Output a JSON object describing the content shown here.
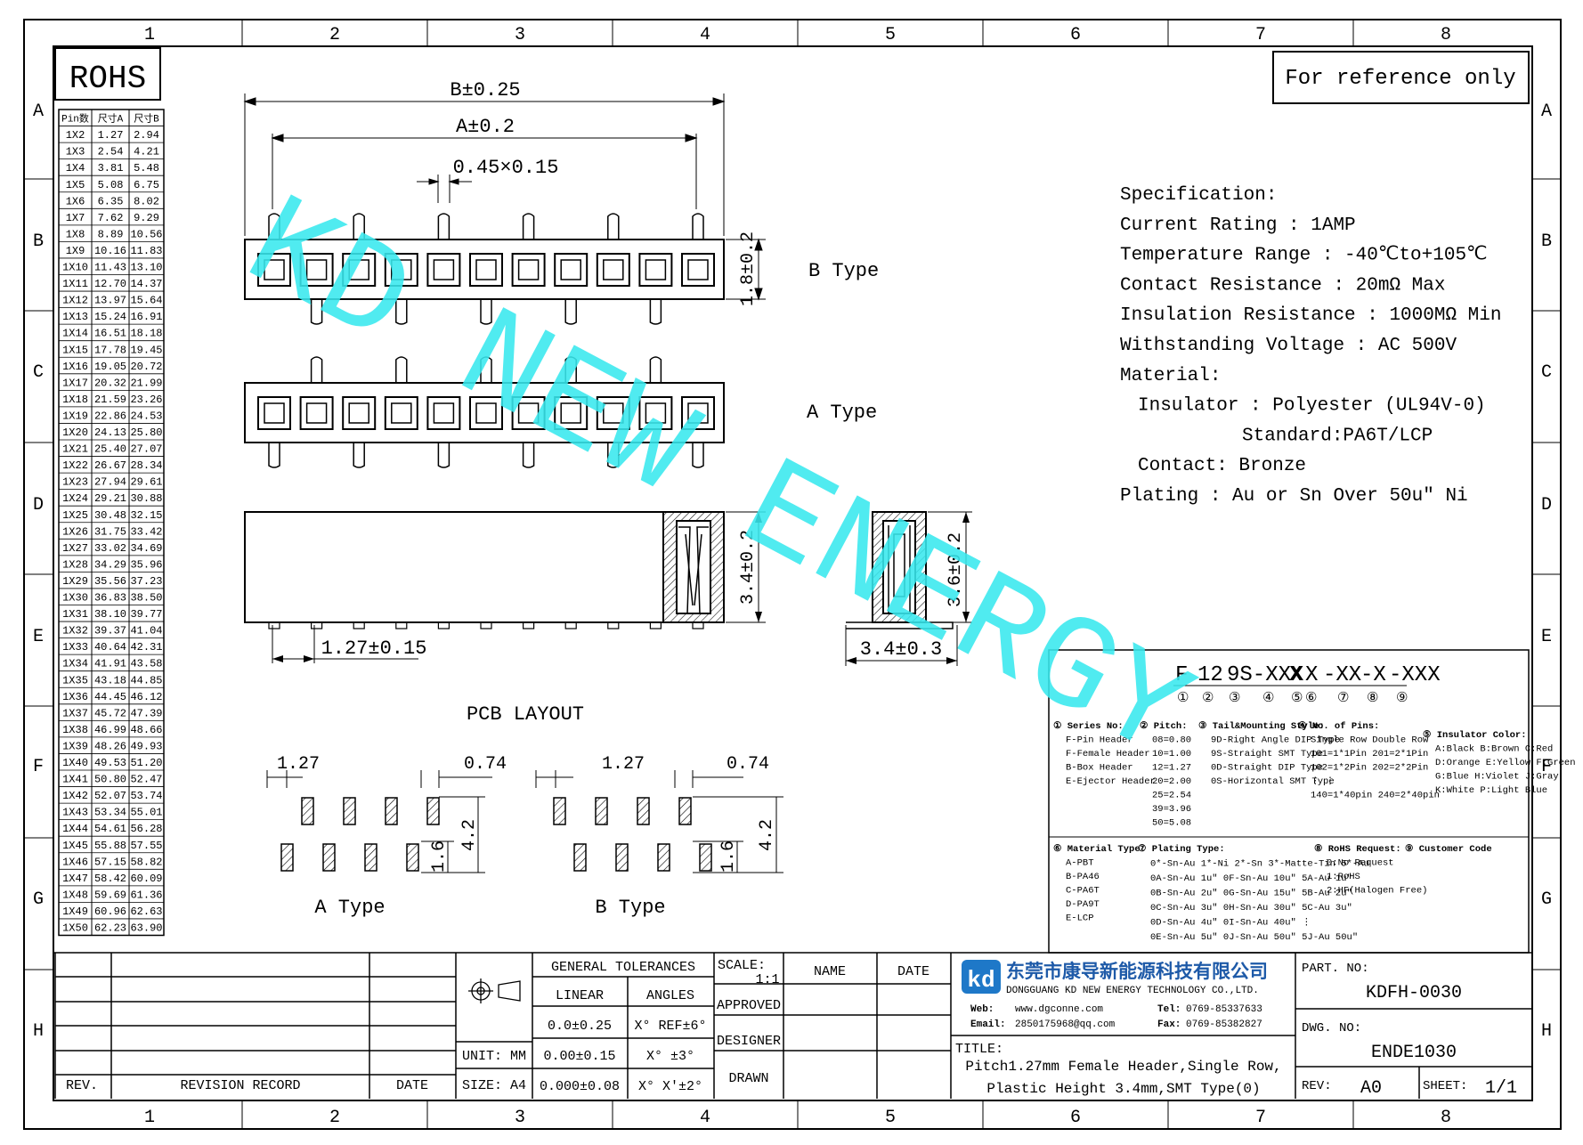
{
  "frame": {
    "col_labels": [
      "1",
      "2",
      "3",
      "4",
      "5",
      "6",
      "7",
      "8"
    ],
    "row_labels": [
      "A",
      "B",
      "C",
      "D",
      "E",
      "F",
      "G",
      "H"
    ]
  },
  "rohs": "ROHS",
  "reference": "For reference only",
  "watermark": "KD NEW ENERGY",
  "pin_table": {
    "headers": [
      "Pin数",
      "尺寸A",
      "尺寸B"
    ],
    "rows": [
      [
        "1X2",
        "1.27",
        "2.94"
      ],
      [
        "1X3",
        "2.54",
        "4.21"
      ],
      [
        "1X4",
        "3.81",
        "5.48"
      ],
      [
        "1X5",
        "5.08",
        "6.75"
      ],
      [
        "1X6",
        "6.35",
        "8.02"
      ],
      [
        "1X7",
        "7.62",
        "9.29"
      ],
      [
        "1X8",
        "8.89",
        "10.56"
      ],
      [
        "1X9",
        "10.16",
        "11.83"
      ],
      [
        "1X10",
        "11.43",
        "13.10"
      ],
      [
        "1X11",
        "12.70",
        "14.37"
      ],
      [
        "1X12",
        "13.97",
        "15.64"
      ],
      [
        "1X13",
        "15.24",
        "16.91"
      ],
      [
        "1X14",
        "16.51",
        "18.18"
      ],
      [
        "1X15",
        "17.78",
        "19.45"
      ],
      [
        "1X16",
        "19.05",
        "20.72"
      ],
      [
        "1X17",
        "20.32",
        "21.99"
      ],
      [
        "1X18",
        "21.59",
        "23.26"
      ],
      [
        "1X19",
        "22.86",
        "24.53"
      ],
      [
        "1X20",
        "24.13",
        "25.80"
      ],
      [
        "1X21",
        "25.40",
        "27.07"
      ],
      [
        "1X22",
        "26.67",
        "28.34"
      ],
      [
        "1X23",
        "27.94",
        "29.61"
      ],
      [
        "1X24",
        "29.21",
        "30.88"
      ],
      [
        "1X25",
        "30.48",
        "32.15"
      ],
      [
        "1X26",
        "31.75",
        "33.42"
      ],
      [
        "1X27",
        "33.02",
        "34.69"
      ],
      [
        "1X28",
        "34.29",
        "35.96"
      ],
      [
        "1X29",
        "35.56",
        "37.23"
      ],
      [
        "1X30",
        "36.83",
        "38.50"
      ],
      [
        "1X31",
        "38.10",
        "39.77"
      ],
      [
        "1X32",
        "39.37",
        "41.04"
      ],
      [
        "1X33",
        "40.64",
        "42.31"
      ],
      [
        "1X34",
        "41.91",
        "43.58"
      ],
      [
        "1X35",
        "43.18",
        "44.85"
      ],
      [
        "1X36",
        "44.45",
        "46.12"
      ],
      [
        "1X37",
        "45.72",
        "47.39"
      ],
      [
        "1X38",
        "46.99",
        "48.66"
      ],
      [
        "1X39",
        "48.26",
        "49.93"
      ],
      [
        "1X40",
        "49.53",
        "51.20"
      ],
      [
        "1X41",
        "50.80",
        "52.47"
      ],
      [
        "1X42",
        "52.07",
        "53.74"
      ],
      [
        "1X43",
        "53.34",
        "55.01"
      ],
      [
        "1X44",
        "54.61",
        "56.28"
      ],
      [
        "1X45",
        "55.88",
        "57.55"
      ],
      [
        "1X46",
        "57.15",
        "58.82"
      ],
      [
        "1X47",
        "58.42",
        "60.09"
      ],
      [
        "1X48",
        "59.69",
        "61.36"
      ],
      [
        "1X49",
        "60.96",
        "62.63"
      ],
      [
        "1X50",
        "62.23",
        "63.90"
      ]
    ]
  },
  "dims": {
    "b_width": "B±0.25",
    "a_width": "A±0.2",
    "pin_width": "0.45×0.15",
    "b_height": "1.8±0.2",
    "side_height": "3.4±0.2",
    "pitch": "1.27±0.15",
    "end_height": "3.6±0.2",
    "end_width": "3.4±0.3"
  },
  "labels": {
    "b_type": "B Type",
    "a_type": "A Type",
    "pcb_layout": "PCB LAYOUT"
  },
  "pcb": {
    "pitch": "1.27",
    "pad_w": "0.74",
    "span": "4.2",
    "pad_h": "1.6"
  },
  "spec": {
    "lines": [
      "Specification:",
      "Current Rating : 1AMP",
      "Temperature Range : -40℃to+105℃",
      "Contact Resistance : 20mΩ Max",
      "Insulation Resistance : 1000MΩ Min",
      "Withstanding Voltage : AC 500V",
      "Material:",
      "Insulator : Polyester (UL94V-0)",
      "Standard:PA6T/LCP",
      "Contact: Bronze",
      "Plating : Au or Sn Over 50u\" Ni"
    ]
  },
  "part_code": {
    "parts": [
      "F",
      "12",
      "9S-XXX",
      "X",
      "X",
      "-XX",
      "-X",
      "-XXX"
    ],
    "numbers": [
      "①",
      "②",
      "③",
      "④",
      "⑤",
      "⑥",
      "⑦",
      "⑧",
      "⑨"
    ]
  },
  "legend": {
    "col1_title": "① Series No:",
    "col1": [
      "F-Pin Header",
      "F-Female Header",
      "B-Box Header",
      "E-Ejector Header"
    ],
    "col2_title": "② Pitch:",
    "col2": [
      "08=0.80",
      "10=1.00",
      "12=1.27",
      "20=2.00",
      "25=2.54",
      "39=3.96",
      "50=5.08"
    ],
    "col3_title": "③ Tail&Mounting Style:",
    "col3": [
      "9D-Right Angle DIP Type",
      "9S-Straight SMT Type",
      "0D-Straight DIP Type",
      "0S-Horizontal SMT Type"
    ],
    "col4_title": "④ No. of Pins:",
    "col4": [
      "Single Row   Double Row",
      "101=1*1Pin  201=2*1Pin",
      "102=1*2Pin  202=2*2Pin",
      "  ⋮            ⋮",
      "140=1*40pin  240=2*40pin"
    ],
    "col5_title": "⑤ Insulator Color:",
    "col5": [
      "A:Black  B:Brown  C:Red",
      "D:Orange E:Yellow F:Green",
      "G:Blue   H:Violet J:Gray",
      "K:White  P:Light Blue"
    ],
    "col6_title": "⑥ Material Type:",
    "col6": [
      "A-PBT",
      "B-PA46",
      "C-PA6T",
      "D-PA9T",
      "E-LCP"
    ],
    "col7_title": "⑦ Plating Type:",
    "col7": [
      "0*-Sn-Au 1*-Ni 2*-Sn 3*-Matte-Tin 5*-Au",
      "0A-Sn-Au 1u\" 0F-Sn-Au 10u\"  5A-Au 1u\"",
      "0B-Sn-Au 2u\" 0G-Sn-Au 15u\"  5B-Au 2u\"",
      "0C-Sn-Au 3u\" 0H-Sn-Au 30u\"  5C-Au 3u\"",
      "0D-Sn-Au 4u\" 0I-Sn-Au 40u\"     ⋮",
      "0E-Sn-Au 5u\" 0J-Sn-Au 50u\"  5J-Au 50u\""
    ],
    "col8_title": "⑧ RoHS Request:",
    "col8": [
      "0:No Request",
      "1:RoHS",
      "2:HF(Halogen Free)"
    ],
    "col9_title": "⑨ Customer Code"
  },
  "title_block": {
    "rev_header": "REV.",
    "revision_record": "REVISION RECORD",
    "date_header": "DATE",
    "general_tolerances": "GENERAL TOLERANCES",
    "linear": "LINEAR",
    "angles": "ANGLES",
    "tol1_lin": "0.0±0.25",
    "tol1_ang": "X° REF±6°",
    "tol2_lin": "0.00±0.15",
    "tol2_ang": "X° ±3°",
    "tol3_lin": "0.000±0.08",
    "tol3_ang": "X° X'±2°",
    "unit": "UNIT: MM",
    "size": "SIZE: A4",
    "scale_label": "SCALE:",
    "scale_value": "1:1",
    "name": "NAME",
    "date": "DATE",
    "approved": "APPROVED",
    "designer": "DESIGNER",
    "drawn": "DRAWN",
    "company_cn": "东莞市康导新能源科技有限公司",
    "company_en": "DONGGUANG KD NEW ENERGY TECHNOLOGY CO.,LTD.",
    "web_label": "Web:",
    "web": "www.dgconne.com",
    "tel_label": "Tel:",
    "tel": "0769-85337633",
    "email_label": "Email:",
    "email": "2850175968@qq.com",
    "fax_label": "Fax:",
    "fax": "0769-85382827",
    "title_label": "TITLE:",
    "title_line1": "Pitch1.27mm Female Header,Single Row,",
    "title_line2": "Plastic Height 3.4mm,SMT Type(0)",
    "part_no_label": "PART. NO:",
    "part_no": "KDFH-0030",
    "dwg_no_label": "DWG. NO:",
    "dwg_no": "ENDE1030",
    "rev_label": "REV:",
    "rev": "A0",
    "sheet_label": "SHEET:",
    "sheet": "1/1"
  },
  "colors": {
    "watermark": "#38e8ee",
    "line": "#000000"
  }
}
